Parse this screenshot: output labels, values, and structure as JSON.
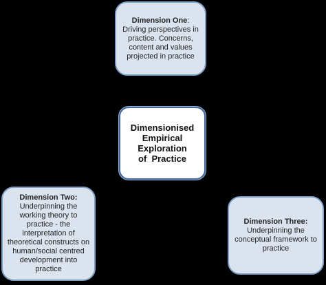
{
  "diagram": {
    "center": {
      "line1": "Dimensionised",
      "line2": "Empirical Exploration",
      "line3": "of  Practice"
    },
    "dimension_one": {
      "title": "Dimension One",
      "title_suffix": ":",
      "text": "Driving perspectives  in practice. Concerns, content and values projected in practice"
    },
    "dimension_two": {
      "title": "Dimension Two:",
      "text": "Underpinning the working theory to practice - the interpretation of theoretical constructs on human/social centred development into practice"
    },
    "dimension_three": {
      "title": "Dimension Three:",
      "text": "Underpinning the conceptual framework to practice"
    }
  }
}
